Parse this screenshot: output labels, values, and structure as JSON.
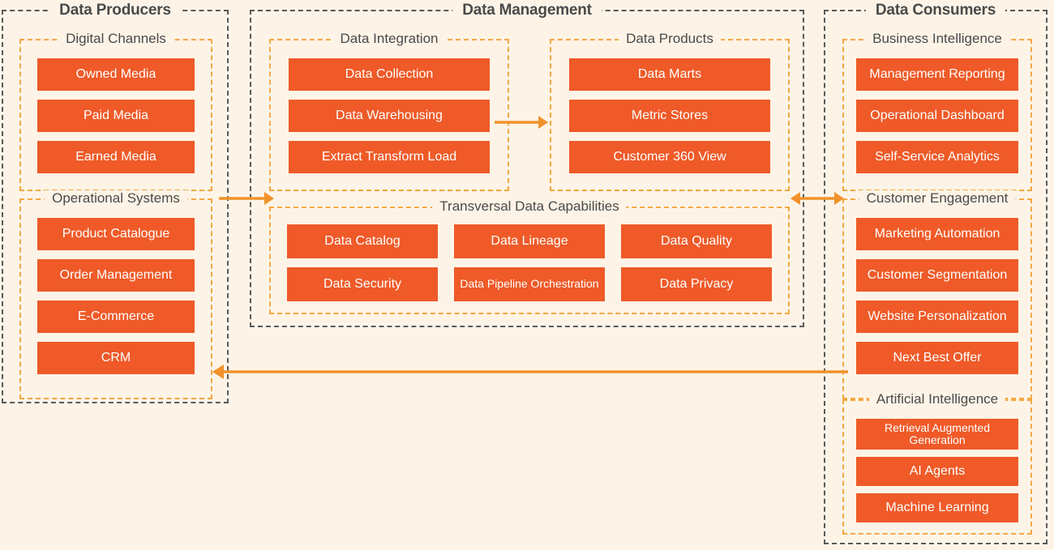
{
  "theme": {
    "background": "#FDF4E7",
    "chip_fill": "#EF5A28",
    "chip_text": "#FFFFFF",
    "outer_border": "#5A5A5A",
    "group_border": "#F5A742",
    "arrow": "#F0922B",
    "title_text": "#4A4A4A"
  },
  "panels": [
    {
      "id": "data-producers",
      "title": "Data Producers",
      "groups": [
        {
          "id": "digital-channels",
          "title": "Digital Channels",
          "items": [
            "Owned Media",
            "Paid Media",
            "Earned Media"
          ]
        },
        {
          "id": "operational-systems",
          "title": "Operational Systems",
          "items": [
            "Product Catalogue",
            "Order Management",
            "E-Commerce",
            "CRM"
          ]
        }
      ]
    },
    {
      "id": "data-management",
      "title": "Data Management",
      "groups": [
        {
          "id": "data-integration",
          "title": "Data Integration",
          "items": [
            "Data Collection",
            "Data Warehousing",
            "Extract Transform Load"
          ]
        },
        {
          "id": "data-products",
          "title": "Data Products",
          "items": [
            "Data Marts",
            "Metric Stores",
            "Customer 360 View"
          ]
        },
        {
          "id": "transversal-data-capabilities",
          "title": "Transversal Data Capabilities",
          "items": [
            "Data Catalog",
            "Data Lineage",
            "Data Quality",
            "Data Security",
            "Data Pipeline Orchestration",
            "Data Privacy"
          ]
        }
      ]
    },
    {
      "id": "data-consumers",
      "title": "Data Consumers",
      "groups": [
        {
          "id": "business-intelligence",
          "title": "Business Intelligence",
          "items": [
            "Management Reporting",
            "Operational Dashboard",
            "Self-Service Analytics"
          ]
        },
        {
          "id": "customer-engagement",
          "title": "Customer Engagement",
          "items": [
            "Marketing Automation",
            "Customer Segmentation",
            "Website Personalization",
            "Next Best Offer"
          ]
        },
        {
          "id": "artificial-intelligence",
          "title": "Artificial Intelligence",
          "items": [
            "Retrieval Augmented Generation",
            "AI Agents",
            "Machine Learning"
          ]
        }
      ]
    }
  ],
  "connectors": [
    {
      "id": "producers-to-management",
      "direction": "right"
    },
    {
      "id": "integration-to-products",
      "direction": "right"
    },
    {
      "id": "management-to-consumers",
      "direction": "both"
    },
    {
      "id": "consumers-to-producers",
      "direction": "left"
    }
  ]
}
